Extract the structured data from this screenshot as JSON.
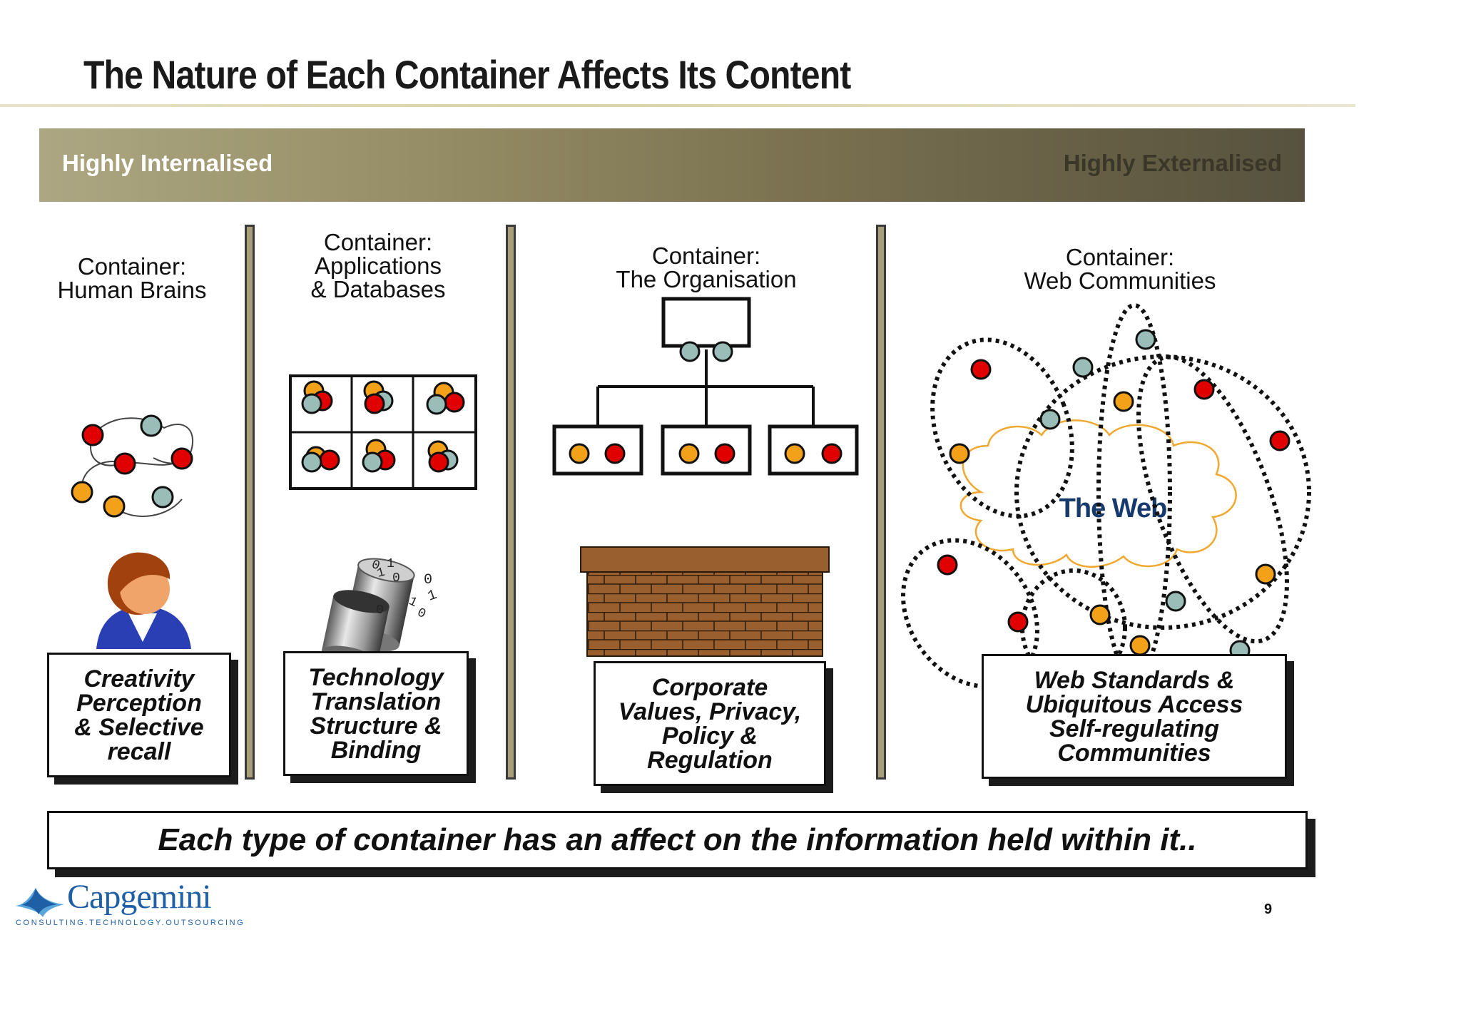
{
  "slide": {
    "title": "The Nature of Each Container Affects Its Content",
    "band": {
      "left_label": "Highly Internalised",
      "right_label": "Highly Externalised"
    },
    "containers": [
      {
        "label_line1": "Container:",
        "label_line2": "Human Brains",
        "label_line3": "",
        "note": "Creativity\nPerception\n& Selective\nrecall"
      },
      {
        "label_line1": "Container:",
        "label_line2": "Applications",
        "label_line3": "& Databases",
        "note": "Technology\nTranslation\nStructure &\nBinding"
      },
      {
        "label_line1": "Container:",
        "label_line2": "The Organisation",
        "label_line3": "",
        "note": "Corporate\nValues, Privacy,\nPolicy &\nRegulation"
      },
      {
        "label_line1": "Container:",
        "label_line2": "Web Communities",
        "label_line3": "",
        "note": "Web Standards &\nUbiquitous Access\nSelf-regulating\nCommunities"
      }
    ],
    "binary_digits": [
      "0",
      "1",
      "1",
      "0",
      "0",
      "1",
      "1",
      "0",
      "0"
    ],
    "web_label": "The Web",
    "bottom_statement": "Each type of container has an affect on the information held within it..",
    "page_number": "9",
    "logo": {
      "name": "Capgemini",
      "tagline": "CONSULTING.TECHNOLOGY.OUTSOURCING"
    },
    "colors": {
      "red": "#e00000",
      "orange": "#f4a11a",
      "teal": "#9bbdb8",
      "brick": "#9a5f2e",
      "band_dark": "#57523e",
      "band_light": "#aca782",
      "web_text": "#173a6e",
      "cloud": "#f0a830",
      "logo_blue": "#1e5fa6"
    }
  }
}
